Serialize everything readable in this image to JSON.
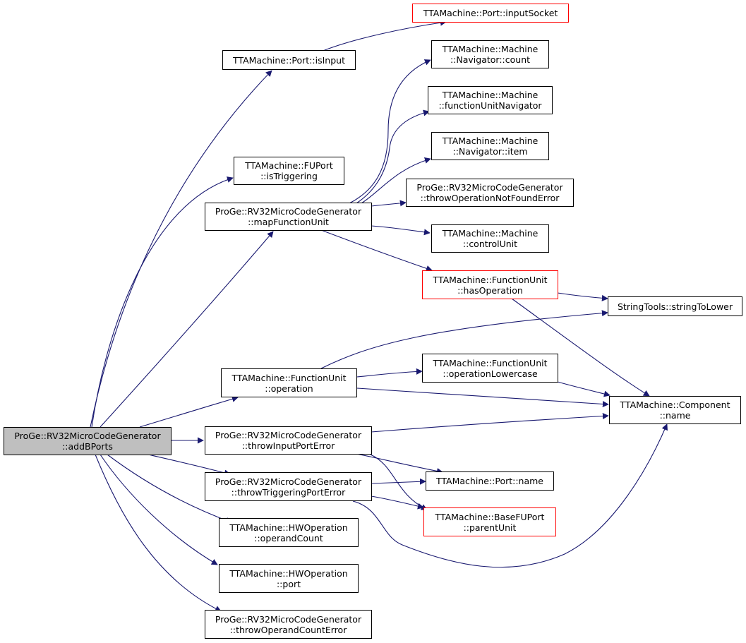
{
  "colors": {
    "edge": "#191970",
    "root_fill": "#bfbfbf",
    "highlight_border": "#ff0000",
    "node_border": "#000000"
  },
  "nodes": {
    "addBPorts": {
      "line1": "ProGe::RV32MicroCodeGenerator",
      "line2": "::addBPorts",
      "state": "selected"
    },
    "inputSocket": {
      "line1": "TTAMachine::Port::inputSocket",
      "line2": "",
      "state": "truncated"
    },
    "isInput": {
      "line1": "TTAMachine::Port::isInput",
      "line2": ""
    },
    "isTriggering": {
      "line1": "TTAMachine::FUPort",
      "line2": "::isTriggering"
    },
    "mapFunctionUnit": {
      "line1": "ProGe::RV32MicroCodeGenerator",
      "line2": "::mapFunctionUnit"
    },
    "navCount": {
      "line1": "TTAMachine::Machine",
      "line2": "::Navigator::count"
    },
    "fuNavigator": {
      "line1": "TTAMachine::Machine",
      "line2": "::functionUnitNavigator"
    },
    "navItem": {
      "line1": "TTAMachine::Machine",
      "line2": "::Navigator::item"
    },
    "throwOpNotFound": {
      "line1": "ProGe::RV32MicroCodeGenerator",
      "line2": "::throwOperationNotFoundError"
    },
    "controlUnit": {
      "line1": "TTAMachine::Machine",
      "line2": "::controlUnit"
    },
    "hasOperation": {
      "line1": "TTAMachine::FunctionUnit",
      "line2": "::hasOperation",
      "state": "truncated"
    },
    "stringToLower": {
      "line1": "StringTools::stringToLower",
      "line2": ""
    },
    "operation": {
      "line1": "TTAMachine::FunctionUnit",
      "line2": "::operation"
    },
    "opLowercase": {
      "line1": "TTAMachine::FunctionUnit",
      "line2": "::operationLowercase"
    },
    "componentName": {
      "line1": "TTAMachine::Component",
      "line2": "::name"
    },
    "throwInputPort": {
      "line1": "ProGe::RV32MicroCodeGenerator",
      "line2": "::throwInputPortError"
    },
    "portName": {
      "line1": "TTAMachine::Port::name",
      "line2": ""
    },
    "throwTrigPort": {
      "line1": "ProGe::RV32MicroCodeGenerator",
      "line2": "::throwTriggeringPortError"
    },
    "parentUnit": {
      "line1": "TTAMachine::BaseFUPort",
      "line2": "::parentUnit",
      "state": "truncated"
    },
    "operandCount": {
      "line1": "TTAMachine::HWOperation",
      "line2": "::operandCount"
    },
    "hwPort": {
      "line1": "TTAMachine::HWOperation",
      "line2": "::port"
    },
    "throwOpCount": {
      "line1": "ProGe::RV32MicroCodeGenerator",
      "line2": "::throwOperandCountError"
    }
  },
  "edges": [
    [
      "addBPorts",
      "isInput"
    ],
    [
      "addBPorts",
      "isTriggering"
    ],
    [
      "addBPorts",
      "mapFunctionUnit"
    ],
    [
      "addBPorts",
      "operation"
    ],
    [
      "addBPorts",
      "throwInputPort"
    ],
    [
      "addBPorts",
      "throwTrigPort"
    ],
    [
      "addBPorts",
      "operandCount"
    ],
    [
      "addBPorts",
      "hwPort"
    ],
    [
      "addBPorts",
      "throwOpCount"
    ],
    [
      "isInput",
      "inputSocket"
    ],
    [
      "mapFunctionUnit",
      "navCount"
    ],
    [
      "mapFunctionUnit",
      "fuNavigator"
    ],
    [
      "mapFunctionUnit",
      "navItem"
    ],
    [
      "mapFunctionUnit",
      "throwOpNotFound"
    ],
    [
      "mapFunctionUnit",
      "controlUnit"
    ],
    [
      "mapFunctionUnit",
      "hasOperation"
    ],
    [
      "hasOperation",
      "stringToLower"
    ],
    [
      "hasOperation",
      "componentName"
    ],
    [
      "operation",
      "stringToLower"
    ],
    [
      "operation",
      "opLowercase"
    ],
    [
      "operation",
      "componentName"
    ],
    [
      "opLowercase",
      "componentName"
    ],
    [
      "throwInputPort",
      "componentName"
    ],
    [
      "throwInputPort",
      "portName"
    ],
    [
      "throwInputPort",
      "parentUnit"
    ],
    [
      "throwTrigPort",
      "portName"
    ],
    [
      "throwTrigPort",
      "parentUnit"
    ],
    [
      "throwTrigPort",
      "componentName"
    ]
  ]
}
